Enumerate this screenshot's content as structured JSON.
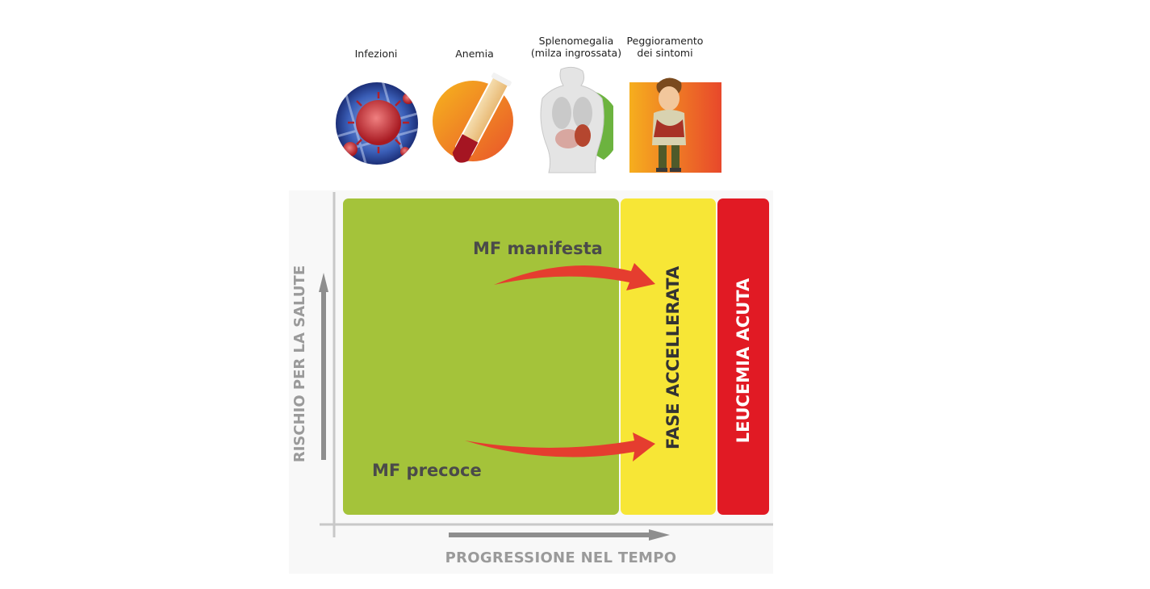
{
  "symptoms": [
    {
      "label_lines": [
        "Infezioni"
      ],
      "icon": "virus-icon"
    },
    {
      "label_lines": [
        "Anemia"
      ],
      "icon": "blood-tube-icon"
    },
    {
      "label_lines": [
        "Splenomegalia",
        "(milza ingrossata)"
      ],
      "icon": "torso-spleen-icon"
    },
    {
      "label_lines": [
        "Peggioramento",
        "dei sintomi"
      ],
      "icon": "sick-man-icon"
    }
  ],
  "phases": {
    "mf_manifesta": "MF manifesta",
    "mf_precoce": "MF precoce",
    "fase_accellerata": "FASE ACCELLERATA",
    "leucemia_acuta": "LEUCEMIA ACUTA"
  },
  "axes": {
    "y_label": "RISCHIO PER LA SALUTE",
    "x_label": "PROGRESSIONE NEL TEMPO"
  },
  "colors": {
    "green_phase": "#a4c33a",
    "yellow_phase": "#f7e636",
    "red_phase": "#e11a24",
    "arrow": "#e53d2f",
    "axis": "#9a9a9a"
  }
}
